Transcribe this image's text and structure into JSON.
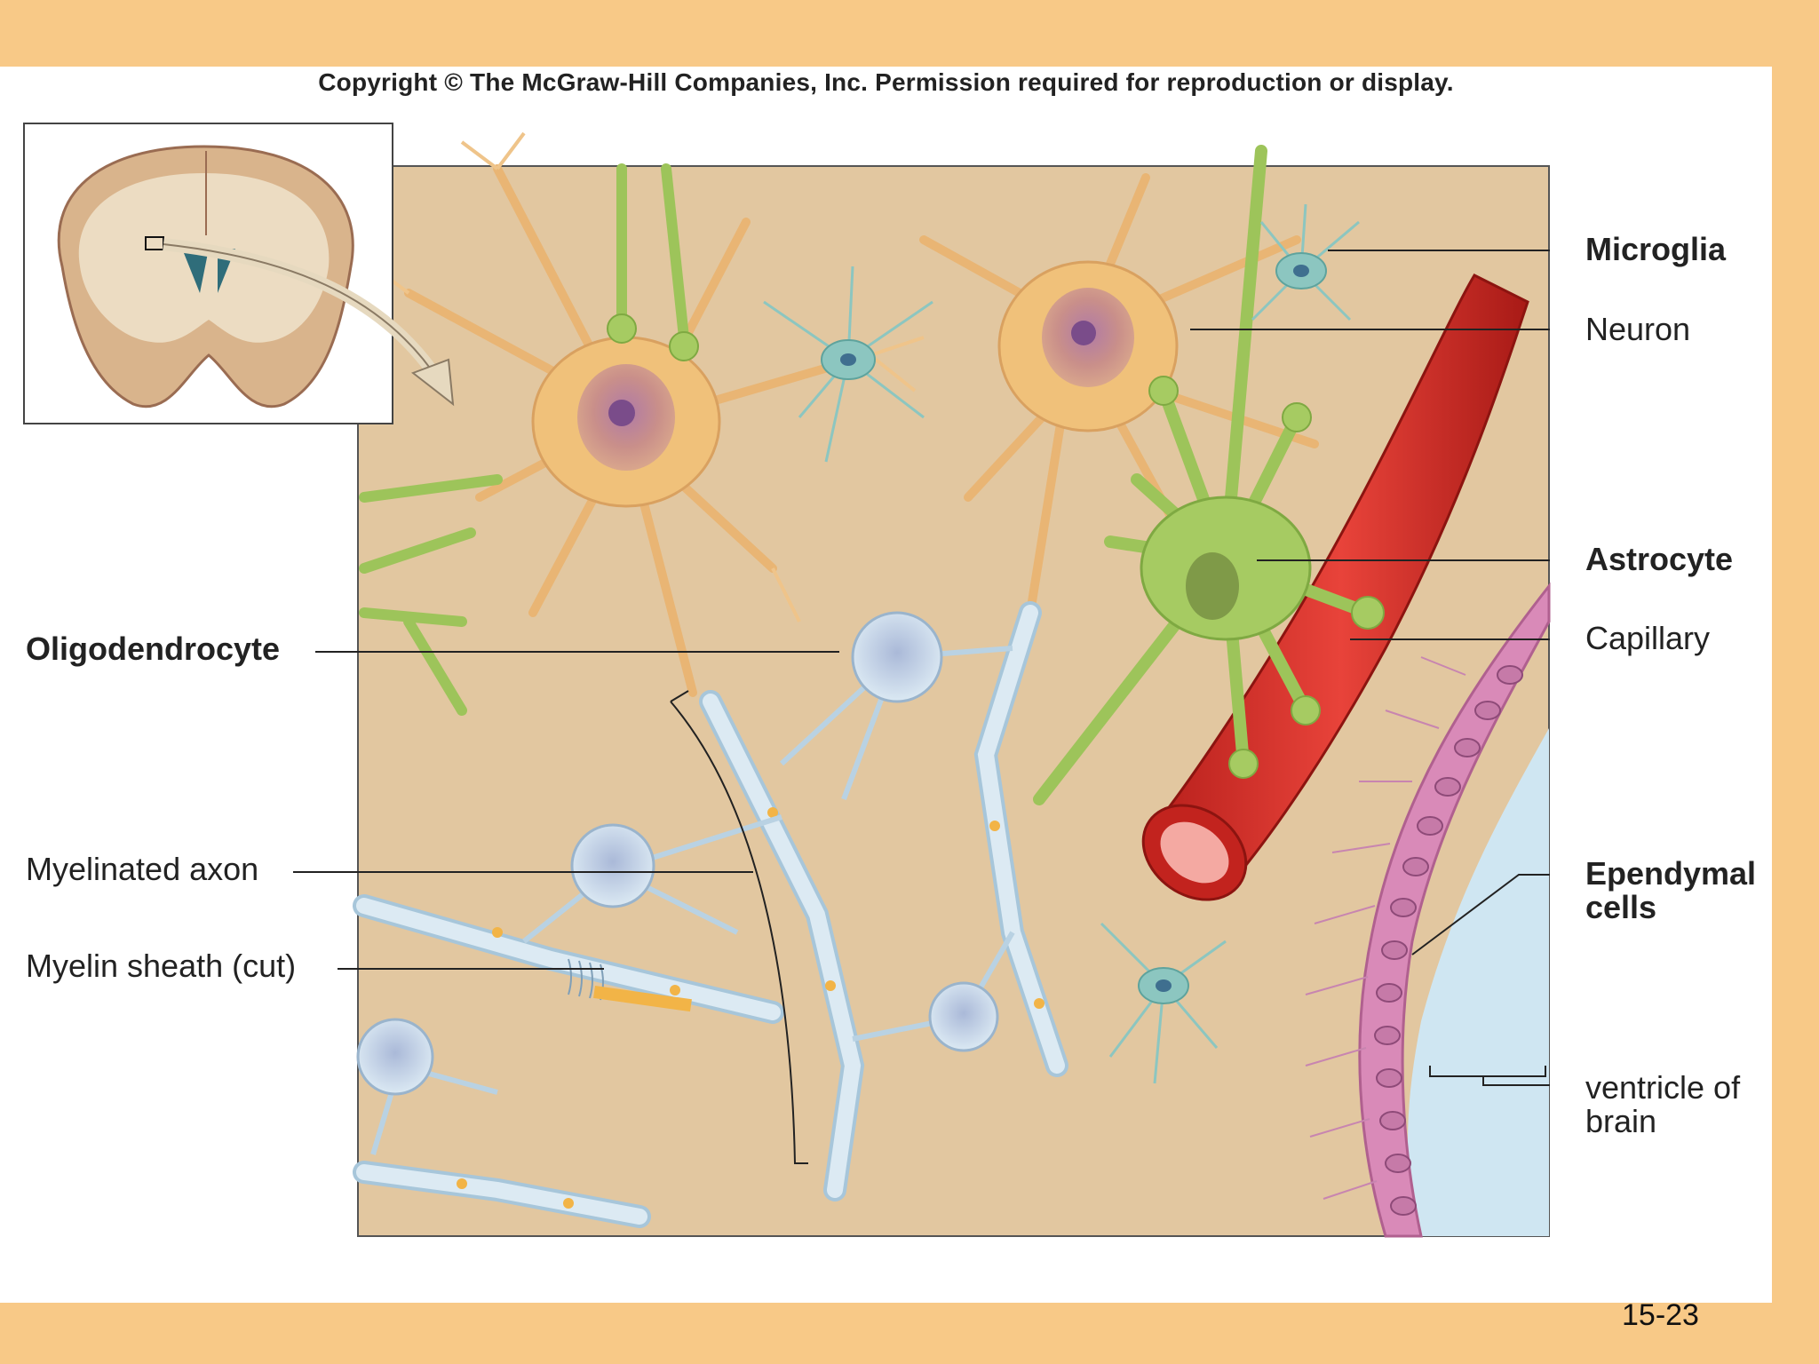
{
  "copyright": "Copyright © The McGraw-Hill Companies, Inc. Permission required for reproduction or display.",
  "labels": {
    "microglia": "Microglia",
    "neuron": "Neuron",
    "astrocyte": "Astrocyte",
    "capillary": "Capillary",
    "ependymal_line1": "Ependymal",
    "ependymal_line2": "cells",
    "ventricle_line1": "ventricle of",
    "ventricle_line2": "brain",
    "oligodendrocyte": "Oligodendrocyte",
    "myelinated_axon": "Myelinated axon",
    "myelin_sheath": "Myelin sheath (cut)"
  },
  "slide_number": "15-23",
  "colors": {
    "slide_border": "#f8c987",
    "tissue_bg": "#e2c7a0",
    "neuron": "#f0c17a",
    "astrocyte": "#9dc45a",
    "capillary": "#d8302a",
    "oligodendrocyte": "#cfe3ef",
    "ependymal": "#d98ab8",
    "ventricle": "#cfe6f2",
    "microglia": "#8cc6c0"
  }
}
